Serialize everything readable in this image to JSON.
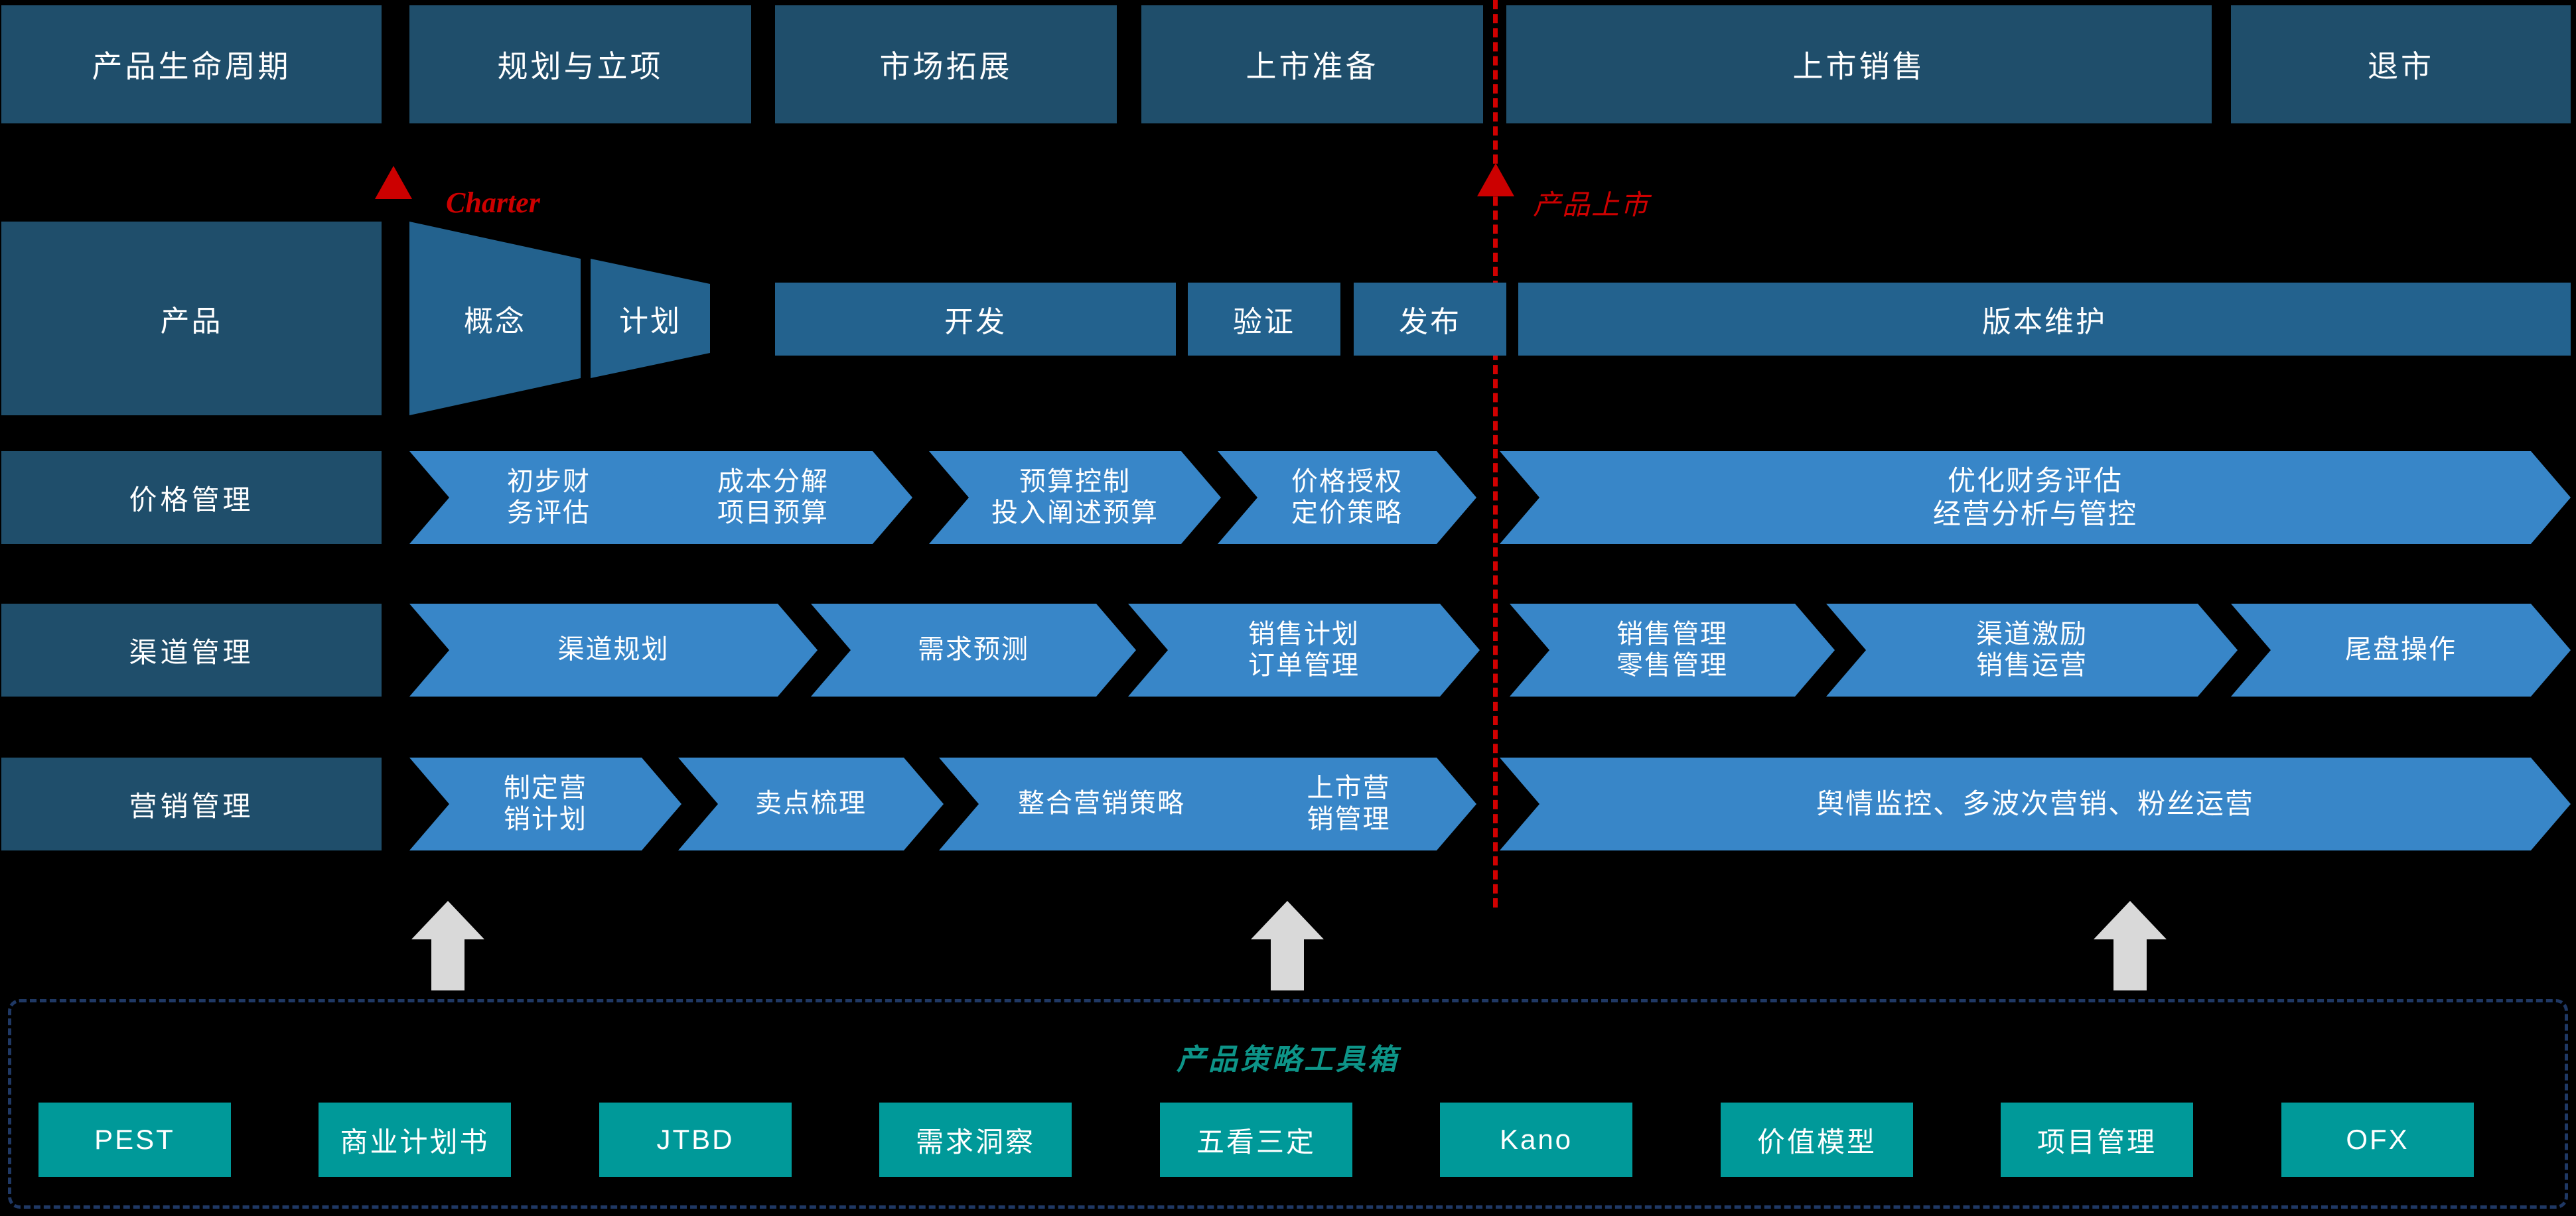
{
  "colors": {
    "background": "#000000",
    "header_box": "#1F4E6B",
    "phase_bar": "#23628E",
    "chevron": "#3886C8",
    "milestone_red": "#CC0000",
    "toolbox_border": "#1F3864",
    "toolbox_title": "#0D9488",
    "tool_chip": "#009999",
    "up_arrow": "#D9D9D9"
  },
  "lifecycle_header": {
    "name": "产品生命周期",
    "stages": [
      {
        "label": "产品生命周期"
      },
      {
        "label": "规划与立项"
      },
      {
        "label": "市场拓展"
      },
      {
        "label": "上市准备"
      },
      {
        "label": "上市销售"
      },
      {
        "label": "退市"
      }
    ]
  },
  "milestones": [
    {
      "id": "charter",
      "label": "Charter",
      "script": "latin"
    },
    {
      "id": "launch",
      "label": "产品上市",
      "script": "cjk"
    }
  ],
  "product_row": {
    "label": "产品",
    "phases": [
      {
        "label": "概念",
        "shape": "trapezoid"
      },
      {
        "label": "计划",
        "shape": "trapezoid"
      },
      {
        "label": "开发",
        "shape": "rect"
      },
      {
        "label": "验证",
        "shape": "rect"
      },
      {
        "label": "发布",
        "shape": "rect"
      },
      {
        "label": "版本维护",
        "shape": "rect"
      }
    ]
  },
  "lanes": [
    {
      "id": "price",
      "label": "价格管理",
      "steps": [
        {
          "lines": [
            "初步财",
            "务评估"
          ]
        },
        {
          "lines": [
            "成本分解",
            "项目预算"
          ]
        },
        {
          "lines": [
            "预算控制",
            "投入阐述预算"
          ]
        },
        {
          "lines": [
            "价格授权",
            "定价策略"
          ]
        },
        {
          "lines": [
            "优化财务评估",
            "经营分析与管控"
          ],
          "wide": true
        }
      ]
    },
    {
      "id": "channel",
      "label": "渠道管理",
      "steps": [
        {
          "lines": [
            "渠道规划"
          ]
        },
        {
          "lines": [
            "需求预测"
          ]
        },
        {
          "lines": [
            "销售计划",
            "订单管理"
          ]
        },
        {
          "lines": [
            "销售管理",
            "零售管理"
          ]
        },
        {
          "lines": [
            "渠道激励",
            "销售运营"
          ]
        },
        {
          "lines": [
            "尾盘操作"
          ]
        }
      ]
    },
    {
      "id": "marketing",
      "label": "营销管理",
      "steps": [
        {
          "lines": [
            "制定营",
            "销计划"
          ]
        },
        {
          "lines": [
            "卖点梳理"
          ]
        },
        {
          "lines": [
            "整合营销策略"
          ]
        },
        {
          "lines": [
            "上市营",
            "销管理"
          ]
        },
        {
          "lines": [
            "舆情监控、多波次营销、粉丝运营"
          ],
          "wide": true
        }
      ]
    }
  ],
  "support_arrows": [
    {
      "id": "arrow-1",
      "icon": "arrow-up-icon"
    },
    {
      "id": "arrow-2",
      "icon": "arrow-up-icon"
    },
    {
      "id": "arrow-3",
      "icon": "arrow-up-icon"
    }
  ],
  "toolbox": {
    "title": "产品策略工具箱",
    "tools": [
      {
        "label": "PEST"
      },
      {
        "label": "商业计划书"
      },
      {
        "label": "JTBD"
      },
      {
        "label": "需求洞察"
      },
      {
        "label": "五看三定"
      },
      {
        "label": "Kano"
      },
      {
        "label": "价值模型"
      },
      {
        "label": "项目管理"
      },
      {
        "label": "OFX"
      }
    ]
  }
}
